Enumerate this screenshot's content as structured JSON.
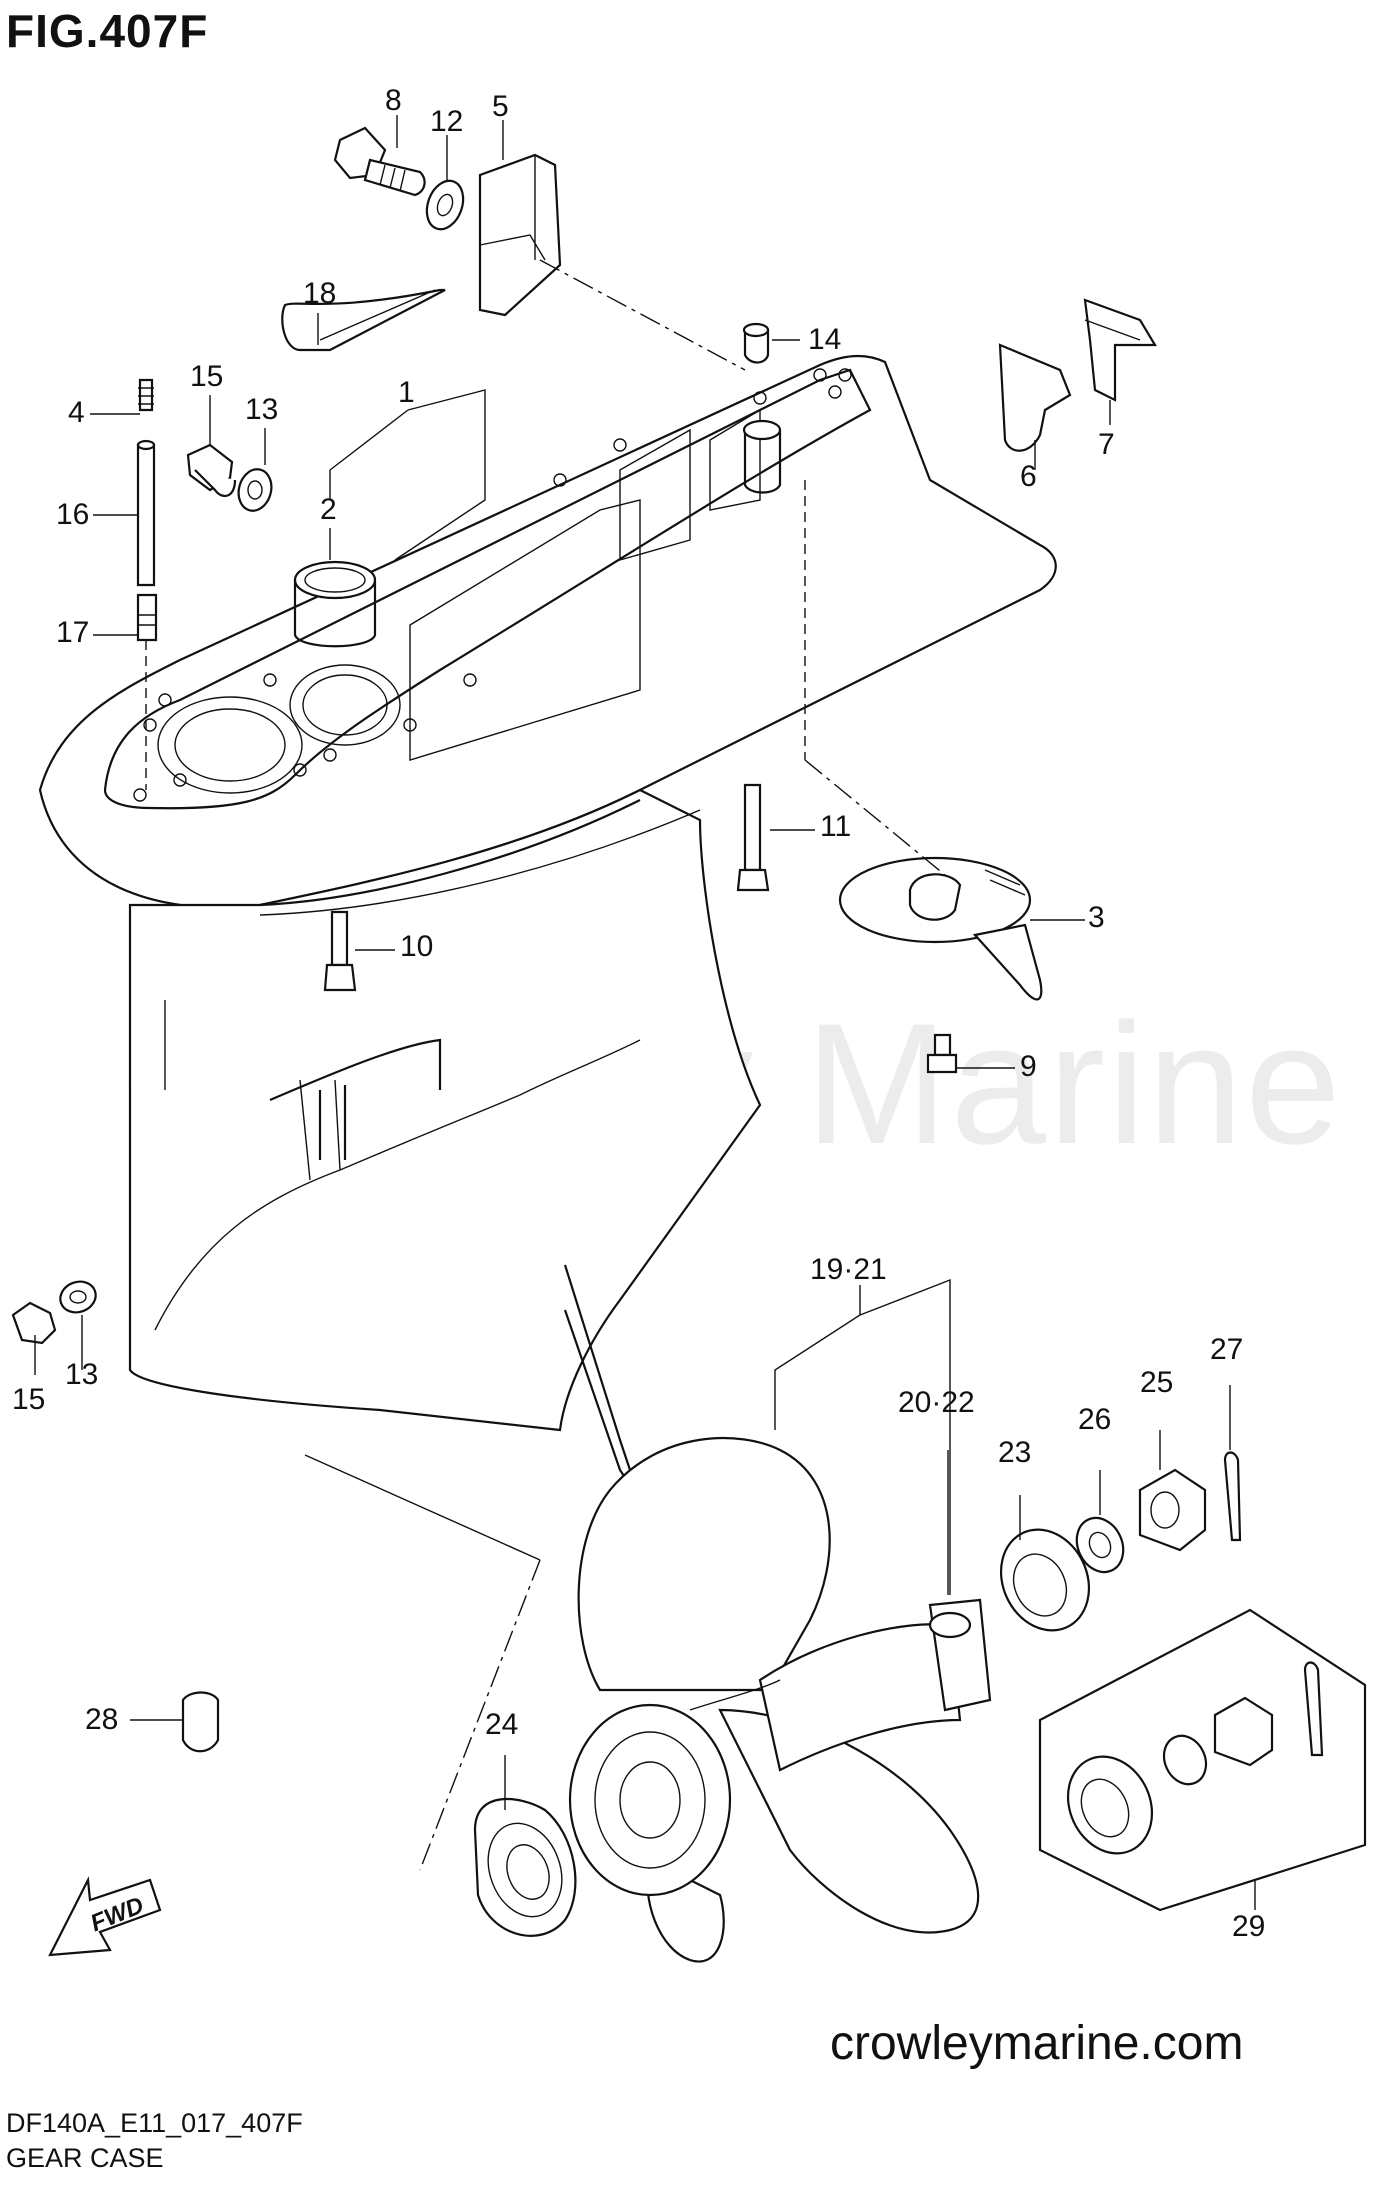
{
  "figure": {
    "title": "FIG.407F",
    "watermark": "Crowley Marine",
    "website": "crowleymarine.com",
    "diagram_code": "DF140A_E11_017_407F",
    "caption": "GEAR CASE",
    "fwd_label": "FWD"
  },
  "callouts": [
    {
      "id": "8",
      "label": "8"
    },
    {
      "id": "12",
      "label": "12"
    },
    {
      "id": "5",
      "label": "5"
    },
    {
      "id": "18",
      "label": "18"
    },
    {
      "id": "14",
      "label": "14"
    },
    {
      "id": "1",
      "label": "1"
    },
    {
      "id": "15a",
      "label": "15"
    },
    {
      "id": "13a",
      "label": "13"
    },
    {
      "id": "4",
      "label": "4"
    },
    {
      "id": "16",
      "label": "16"
    },
    {
      "id": "2",
      "label": "2"
    },
    {
      "id": "17",
      "label": "17"
    },
    {
      "id": "6",
      "label": "6"
    },
    {
      "id": "7",
      "label": "7"
    },
    {
      "id": "11",
      "label": "11"
    },
    {
      "id": "3",
      "label": "3"
    },
    {
      "id": "10",
      "label": "10"
    },
    {
      "id": "9",
      "label": "9"
    },
    {
      "id": "19-21",
      "label": "19·21"
    },
    {
      "id": "20-22",
      "label": "20·22"
    },
    {
      "id": "15b",
      "label": "15"
    },
    {
      "id": "13b",
      "label": "13"
    },
    {
      "id": "23",
      "label": "23"
    },
    {
      "id": "26",
      "label": "26"
    },
    {
      "id": "25",
      "label": "25"
    },
    {
      "id": "27",
      "label": "27"
    },
    {
      "id": "28",
      "label": "28"
    },
    {
      "id": "24",
      "label": "24"
    },
    {
      "id": "29",
      "label": "29"
    }
  ]
}
